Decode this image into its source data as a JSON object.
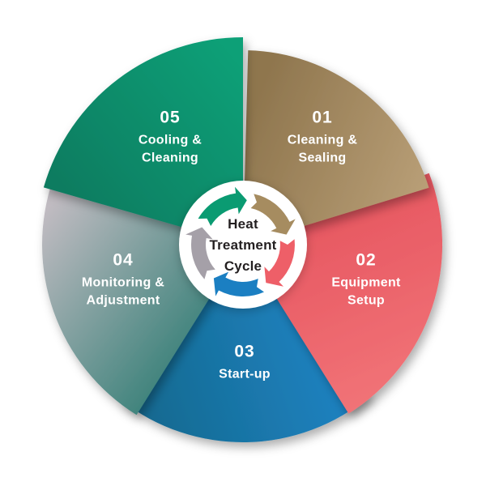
{
  "diagram": {
    "type": "cycle",
    "background": "#ffffff",
    "center": {
      "title": "Heat\nTreatment\nCycle",
      "title_color": "#231f20",
      "disc_color": "#ffffff"
    },
    "label_text_color": "#ffffff",
    "steps": [
      {
        "number": "01",
        "label": "Cleaning &\nSealing",
        "color_from": "#8f764e",
        "color_to": "#b99f77",
        "arrow_color": "#a68c60"
      },
      {
        "number": "02",
        "label": "Equipment\nSetup",
        "color_from": "#e5525d",
        "color_to": "#f17377",
        "arrow_color": "#ee5f68"
      },
      {
        "number": "03",
        "label": "Start-up",
        "color_from": "#15698f",
        "color_to": "#2089cf",
        "arrow_color": "#1b7fc2"
      },
      {
        "number": "04",
        "label": "Monitoring &\nAdjustment",
        "color_from": "#c0bbc1",
        "color_to": "#2e7c73",
        "arrow_color": "#a5a0a8"
      },
      {
        "number": "05",
        "label": "Cooling &\nCleaning",
        "color_from": "#0aa077",
        "color_to": "#087a5f",
        "arrow_color": "#0a9b72"
      }
    ]
  }
}
